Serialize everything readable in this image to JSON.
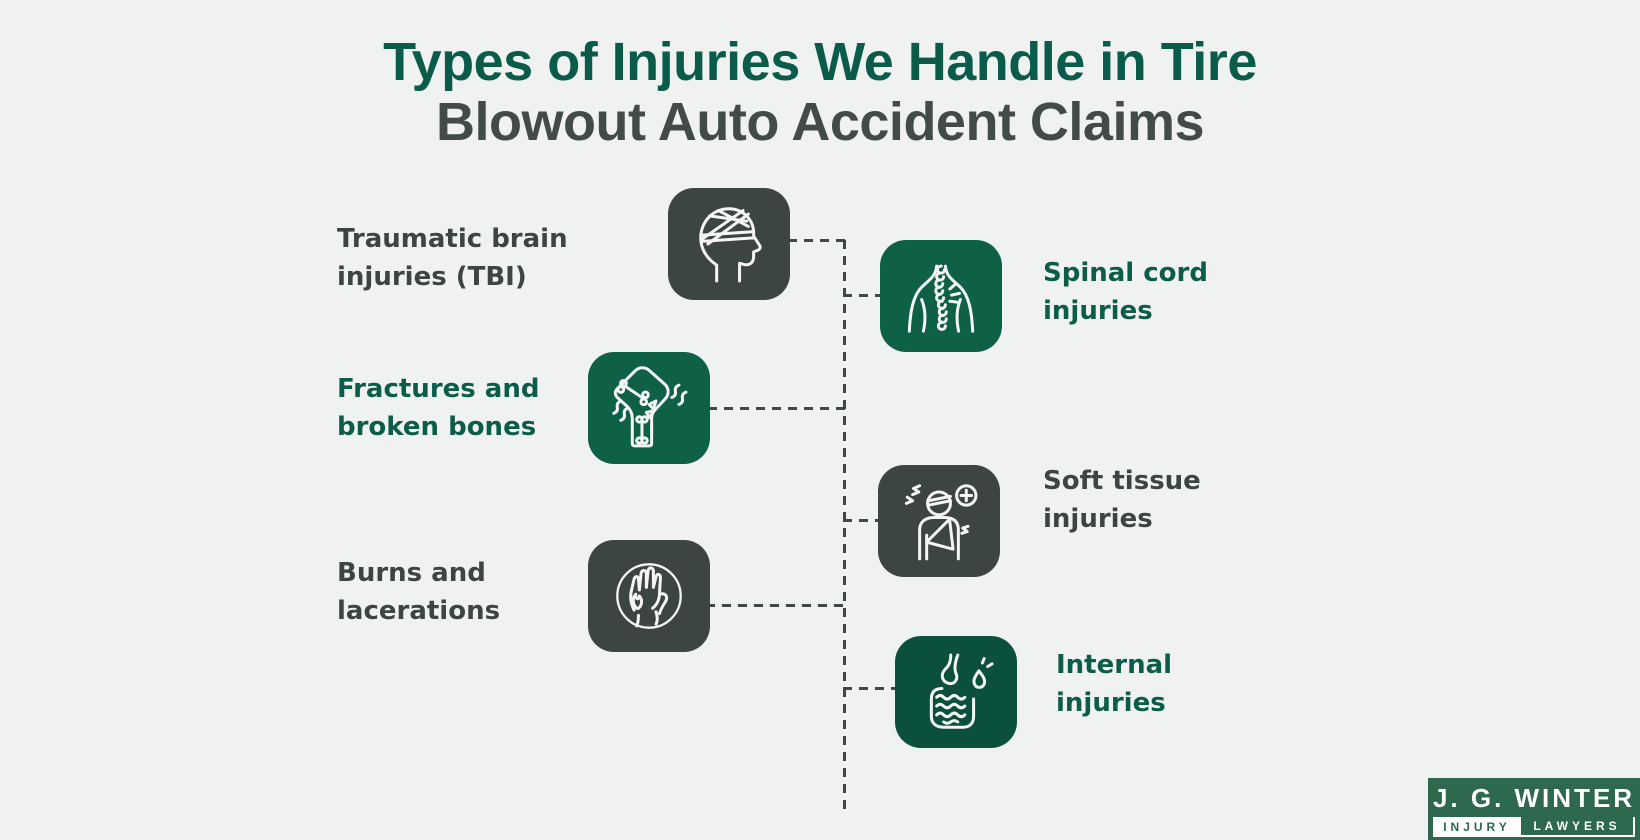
{
  "title": {
    "line1": "Types of Injuries We Handle in Tire",
    "line2": "Blowout Auto Accident Claims"
  },
  "items": [
    {
      "name": "traumatic-brain-injuries",
      "line1": "Traumatic brain",
      "line2": "injuries (TBI)",
      "icon": "head-bandage-icon",
      "label_color": "charcoal",
      "tile_color": "charcoal"
    },
    {
      "name": "spinal-cord-injuries",
      "line1": "Spinal cord",
      "line2": "injuries",
      "icon": "spine-icon",
      "label_color": "green",
      "tile_color": "green"
    },
    {
      "name": "fractures-and-broken-bones",
      "line1": "Fractures and",
      "line2": "broken bones",
      "icon": "bone-fracture-icon",
      "label_color": "green",
      "tile_color": "green"
    },
    {
      "name": "soft-tissue-injuries",
      "line1": "Soft tissue",
      "line2": "injuries",
      "icon": "injured-person-icon",
      "label_color": "charcoal",
      "tile_color": "charcoal"
    },
    {
      "name": "burns-and-lacerations",
      "line1": "Burns and",
      "line2": "lacerations",
      "icon": "burn-hand-icon",
      "label_color": "charcoal",
      "tile_color": "charcoal"
    },
    {
      "name": "internal-injuries",
      "line1": "Internal",
      "line2": "injuries",
      "icon": "intestines-icon",
      "label_color": "green",
      "tile_color": "dark-green"
    }
  ],
  "logo": {
    "brand": "J. G. WINTER",
    "tagline_left": "INJURY",
    "tagline_right": "LAWYERS"
  },
  "colors": {
    "background": "#f0f1f1",
    "title_green": "#0a5b4a",
    "title_gray": "#424b46",
    "tile_green": "#0e6147",
    "tile_dark_green": "#0b4f3d",
    "tile_charcoal": "#3d4540",
    "label_green": "#0b5c49",
    "label_charcoal": "#3c453f",
    "connector": "#3f4843",
    "logo_green": "#2e684e"
  }
}
